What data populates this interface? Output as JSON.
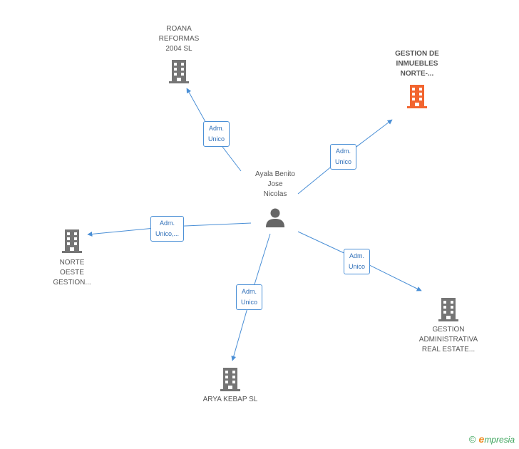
{
  "center": {
    "label": "Ayala Benito\nJose\nNicolas",
    "icon": "person-icon"
  },
  "companies": [
    {
      "id": "roana",
      "label": "ROANA\nREFORMAS\n2004 SL",
      "highlight": false
    },
    {
      "id": "gestion-inmuebles",
      "label": "GESTION DE\nINMUEBLES\nNORTE-...",
      "highlight": true
    },
    {
      "id": "norte-oeste",
      "label": "NORTE\nOESTE\nGESTION...",
      "highlight": false
    },
    {
      "id": "gestion-administrativa",
      "label": "GESTION\nADMINISTRATIVA\nREAL ESTATE...",
      "highlight": false
    },
    {
      "id": "arya",
      "label": "ARYA KEBAP SL",
      "highlight": false
    }
  ],
  "edges": [
    {
      "target": "roana",
      "label": "Adm.\nUnico"
    },
    {
      "target": "gestion-inmuebles",
      "label": "Adm.\nUnico"
    },
    {
      "target": "norte-oeste",
      "label": "Adm.\nUnico,..."
    },
    {
      "target": "gestion-administrativa",
      "label": "Adm.\nUnico"
    },
    {
      "target": "arya",
      "label": "Adm.\nUnico"
    }
  ],
  "colors": {
    "edge": "#4a8fd6",
    "building": "#757575",
    "building_highlight": "#f26530",
    "person": "#666666"
  },
  "footer": {
    "copyright": "©",
    "brand_initial": "e",
    "brand_rest": "mpresia"
  }
}
